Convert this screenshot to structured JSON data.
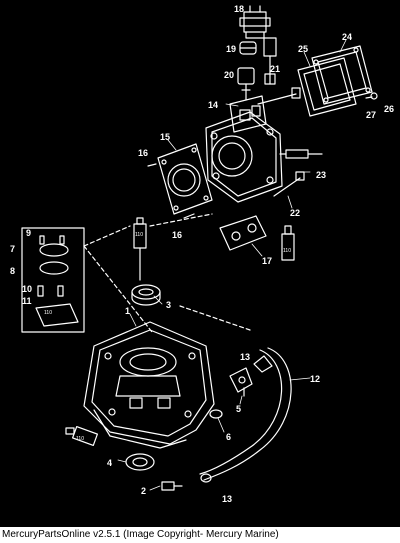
{
  "diagram": {
    "background": "#000000",
    "line_color": "#ffffff",
    "callouts": [
      "1",
      "2",
      "3",
      "4",
      "5",
      "6",
      "7",
      "8",
      "9",
      "10",
      "11",
      "12",
      "13",
      "13",
      "14",
      "15",
      "16",
      "16",
      "17",
      "18",
      "19",
      "20",
      "21",
      "22",
      "23",
      "24",
      "25",
      "26",
      "27"
    ],
    "sealant_tags": [
      "110",
      "110",
      "110",
      "110"
    ]
  },
  "caption": {
    "text": "MercuryPartsOnline v2.5.1 (Image Copyright- Mercury Marine)"
  }
}
